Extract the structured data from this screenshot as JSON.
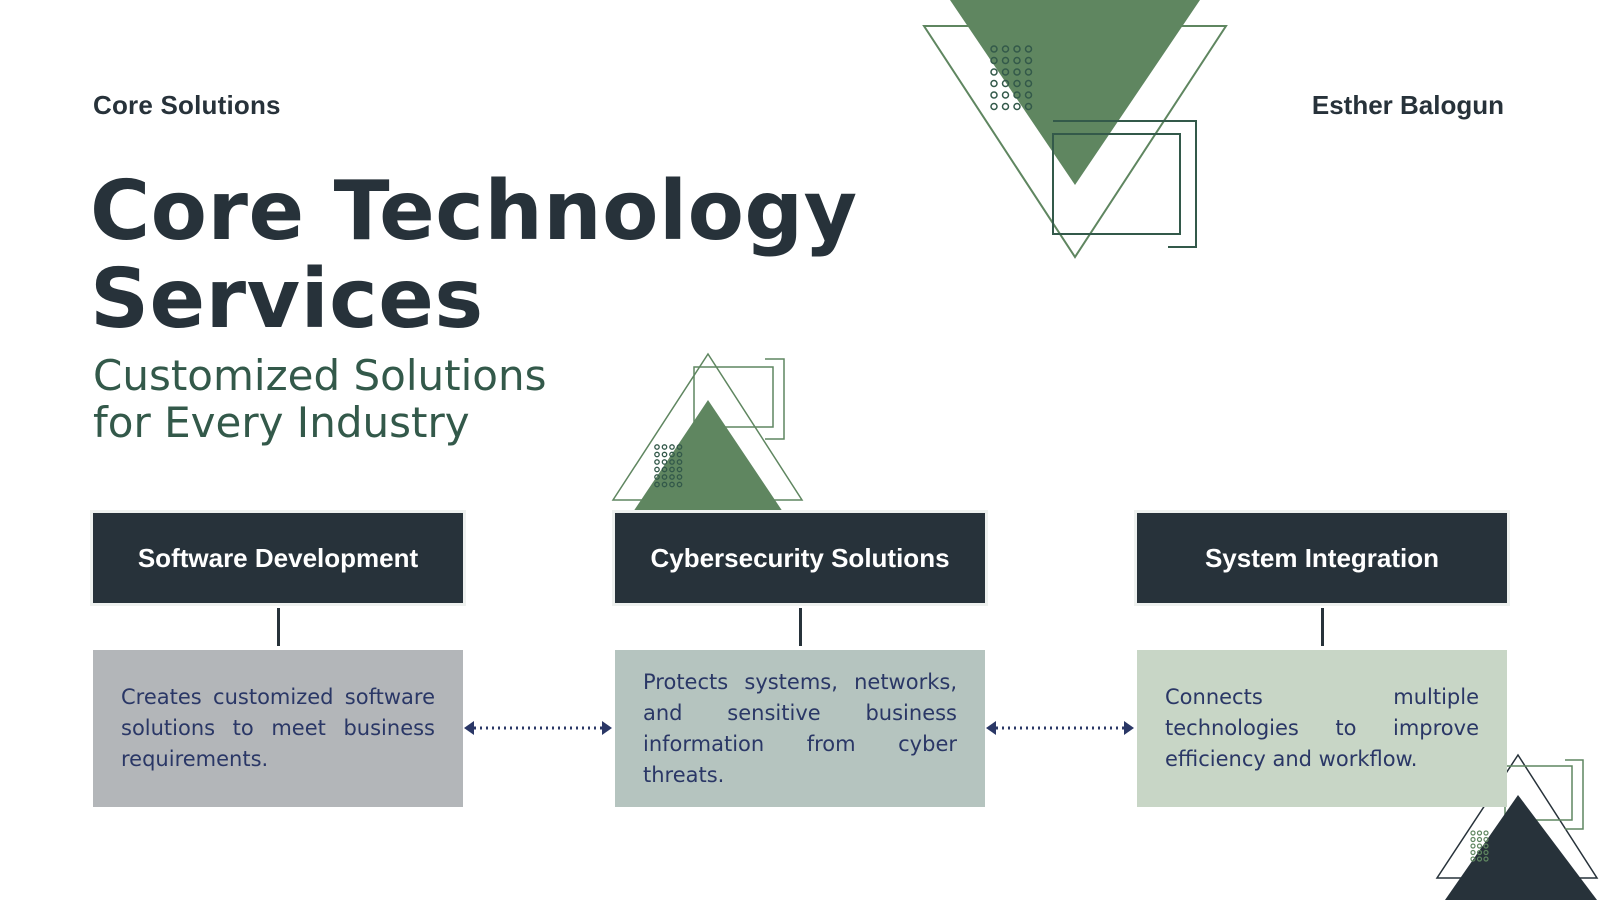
{
  "header": {
    "brand": "Core Solutions",
    "author": "Esther Balogun"
  },
  "hero": {
    "title_line1": "Core Technology",
    "title_line2": "Services",
    "subtitle_line1": "Customized Solutions",
    "subtitle_line2": "for Every Industry"
  },
  "services": [
    {
      "title": "Software Development",
      "description": "Creates customized software solutions to meet business requirements."
    },
    {
      "title": "Cybersecurity Solutions",
      "description": "Protects systems, networks, and sensitive business information from cyber threats."
    },
    {
      "title": "System Integration",
      "description": "Connects multiple technologies to improve efficiency and workflow."
    }
  ],
  "colors": {
    "dark": "#27323a",
    "green": "#5f8660",
    "desc_box_1": "#b3b6b9",
    "desc_box_2": "#b5c4bf",
    "desc_box_3": "#c8d6c6"
  }
}
